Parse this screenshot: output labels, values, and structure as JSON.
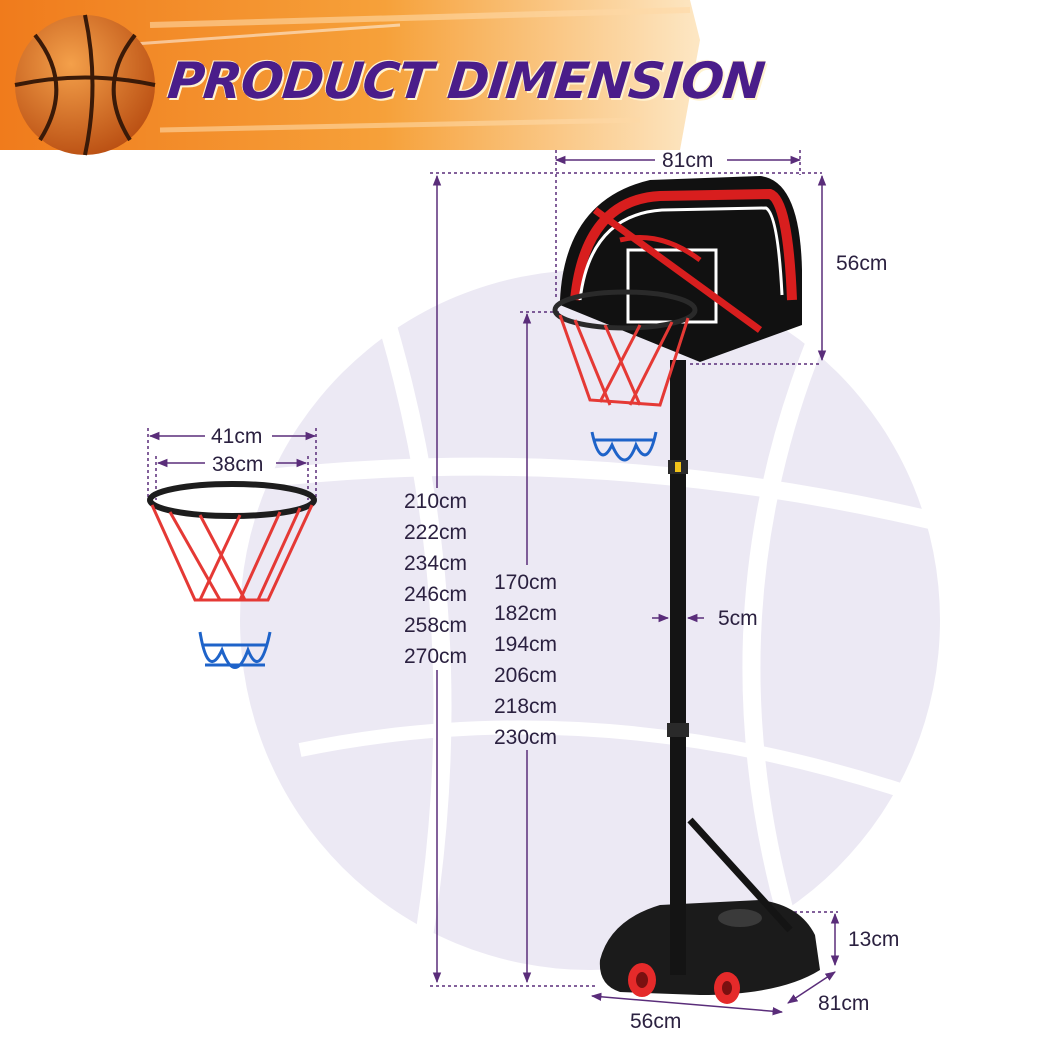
{
  "header": {
    "title": "PRODUCT DIMENSION",
    "banner_color": "#f08a24",
    "title_color": "#4a1d8a"
  },
  "backboard": {
    "width_label": "81cm",
    "height_label": "56cm"
  },
  "rim": {
    "outer_diameter_label": "41cm",
    "inner_diameter_label": "38cm"
  },
  "overall_height_labels": [
    "210cm",
    "222cm",
    "234cm",
    "246cm",
    "258cm",
    "270cm"
  ],
  "rim_height_labels": [
    "170cm",
    "182cm",
    "194cm",
    "206cm",
    "218cm",
    "230cm"
  ],
  "pole": {
    "diameter_label": "5cm"
  },
  "base": {
    "height_label": "13cm",
    "depth_label": "81cm",
    "width_label": "56cm"
  },
  "colors": {
    "dimension_line": "#5a2d7a",
    "label_text": "#2b2140",
    "backboard": "#111111",
    "backboard_accent": "#d81e1e",
    "net_red": "#e53935",
    "net_blue": "#1e63c9",
    "watermark": "#ece9f4"
  }
}
